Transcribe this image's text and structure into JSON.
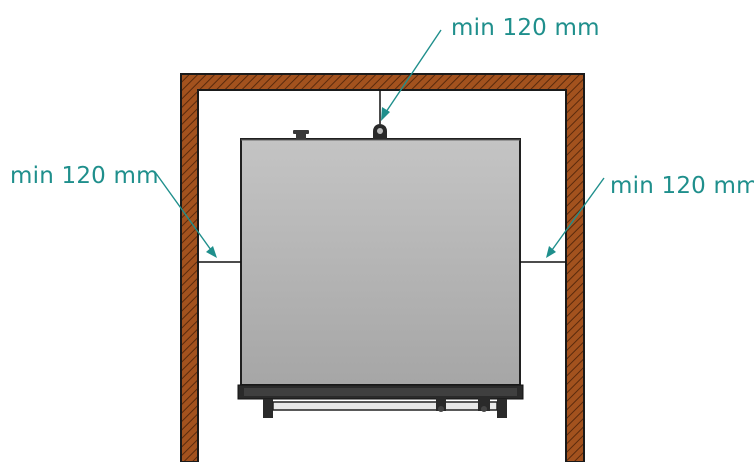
{
  "labels": {
    "top": "min 120 mm",
    "left": "min 120 mm",
    "right": "min 120 mm"
  },
  "colors": {
    "annotation": "#1f8f8c",
    "wall_fill": "#a3521e",
    "wall_outline": "#1a1a1a",
    "appliance_body": "#b4b4b4",
    "appliance_outline": "#202020",
    "dimension_line": "#111111"
  }
}
